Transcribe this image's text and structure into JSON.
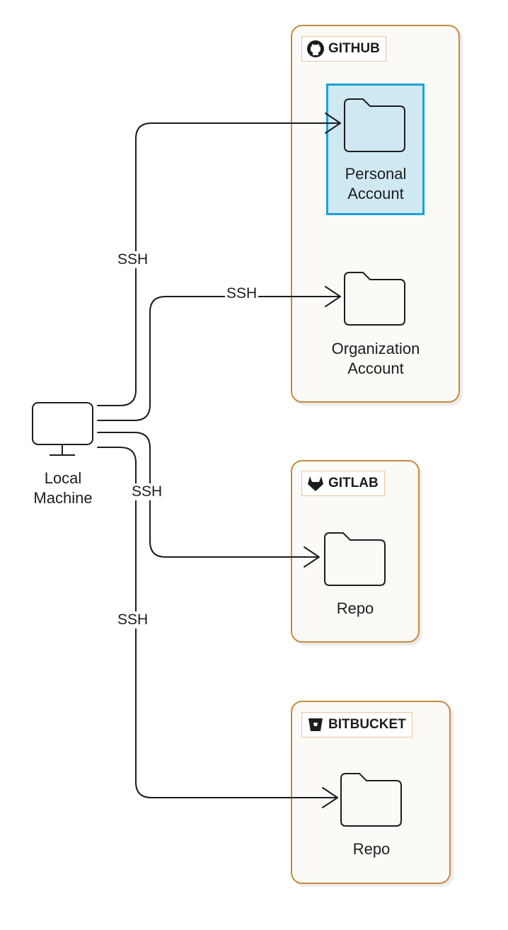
{
  "groups": {
    "github": {
      "name": "GITHUB",
      "icon": "github-icon"
    },
    "gitlab": {
      "name": "GITLAB",
      "icon": "gitlab-icon"
    },
    "bitbucket": {
      "name": "BITBUCKET",
      "icon": "bitbucket-icon"
    }
  },
  "nodes": {
    "local": {
      "line1": "Local",
      "line2": "Machine",
      "icon": "monitor-icon"
    },
    "personal": {
      "line1": "Personal",
      "line2": "Account",
      "icon": "folder-icon"
    },
    "organization": {
      "line1": "Organization",
      "line2": "Account",
      "icon": "folder-icon"
    },
    "gitlab_repo": {
      "label": "Repo",
      "icon": "folder-icon"
    },
    "bitbucket_repo": {
      "label": "Repo",
      "icon": "folder-icon"
    }
  },
  "edges": {
    "to_personal": "SSH",
    "to_organization": "SSH",
    "to_gitlab": "SSH",
    "to_bitbucket": "SSH"
  },
  "colors": {
    "group_border": "#c98a3b",
    "group_fill": "#fbfaf7",
    "highlight_fill": "#cfe9f3",
    "highlight_border": "#1aa3d9",
    "stroke": "#1d1d1d"
  }
}
